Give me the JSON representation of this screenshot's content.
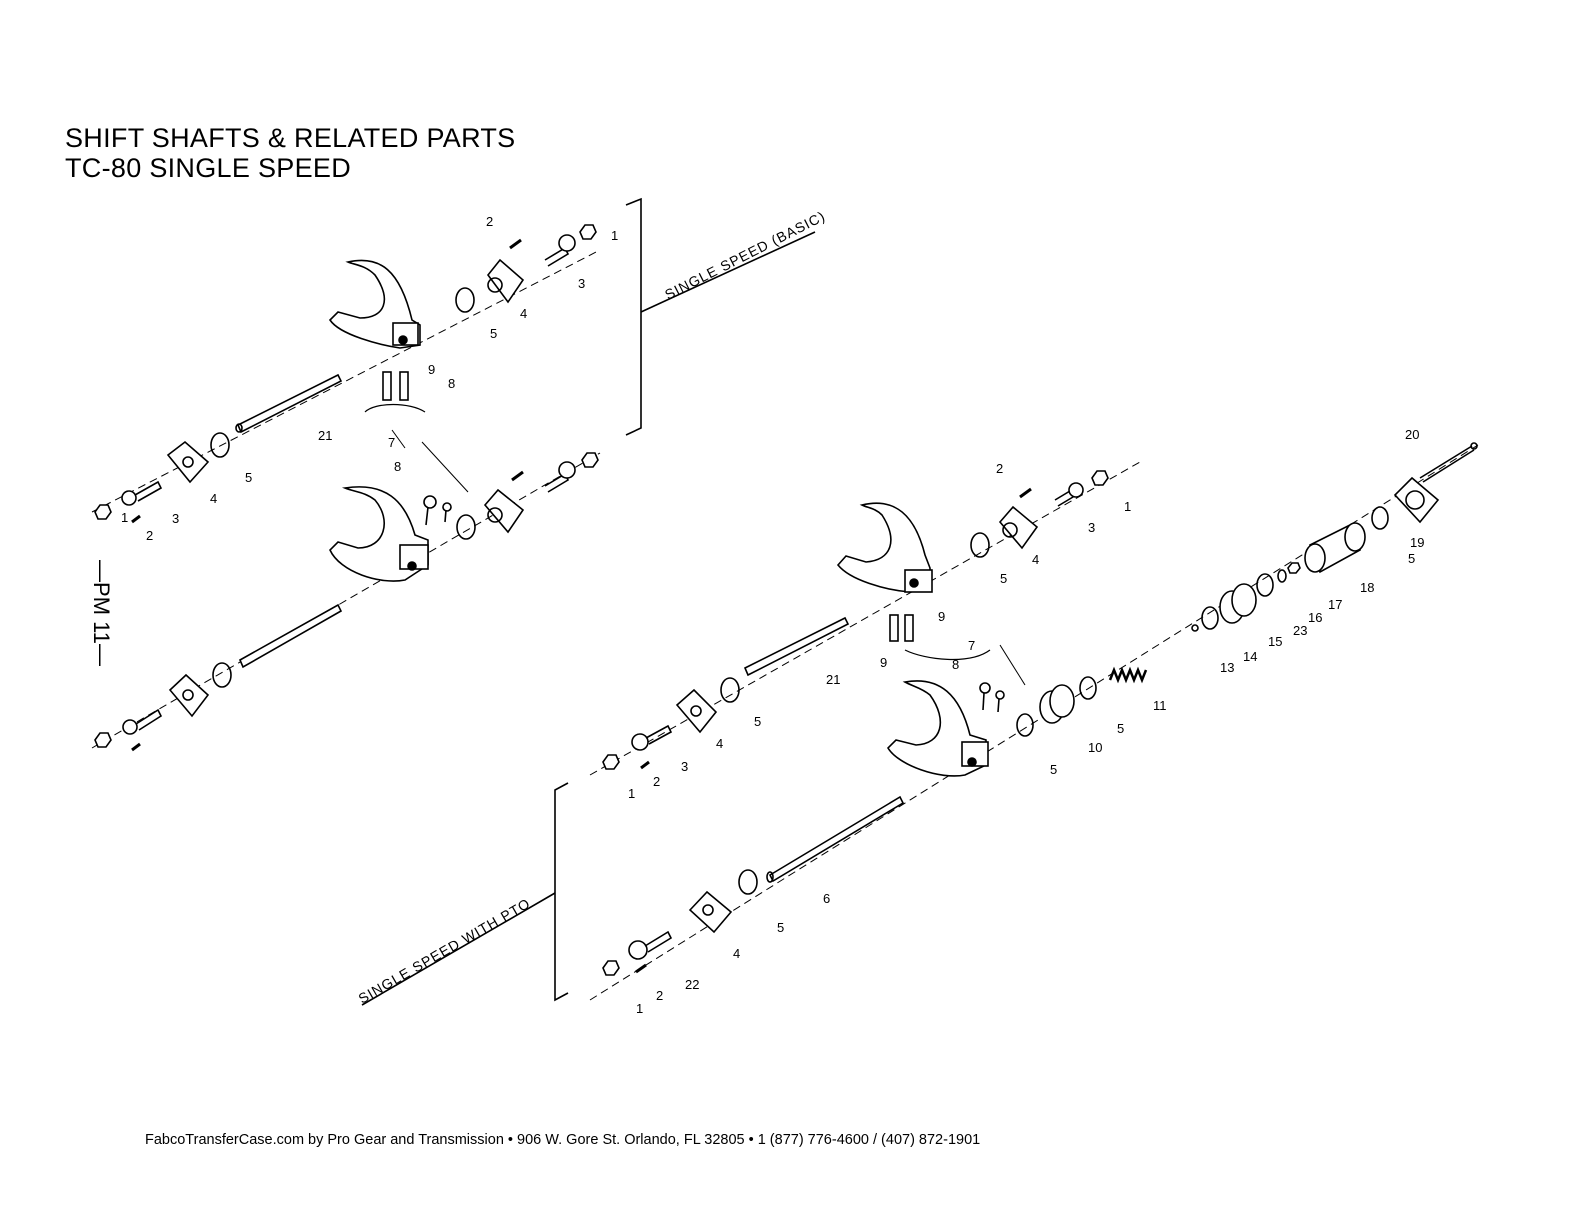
{
  "title": {
    "line1": "SHIFT SHAFTS & RELATED PARTS",
    "line2": "TC-80 SINGLE SPEED"
  },
  "page_label": "—PM 11—",
  "captions": {
    "basic": "SINGLE SPEED (BASIC)",
    "pto": "SINGLE SPEED WITH PTO"
  },
  "footer": "FabcoTransferCase.com by Pro Gear and Transmission  • 906 W. Gore St. Orlando, FL 32805 • 1 (877) 776-4600 / (407) 872-1901",
  "callouts": {
    "basic_upper": [
      "2",
      "3",
      "1",
      "4",
      "5",
      "9",
      "8",
      "21"
    ],
    "basic_mid": [
      "7",
      "8",
      "5",
      "4",
      "3",
      "2",
      "1"
    ],
    "pto": [
      "20",
      "2",
      "1",
      "3",
      "4",
      "5",
      "19",
      "5",
      "18",
      "9",
      "17",
      "16",
      "23",
      "15",
      "14",
      "13",
      "7",
      "9",
      "8",
      "11",
      "21",
      "5",
      "10",
      "5",
      "4",
      "5",
      "3",
      "2",
      "1",
      "6",
      "5",
      "4",
      "22",
      "2",
      "1"
    ]
  }
}
